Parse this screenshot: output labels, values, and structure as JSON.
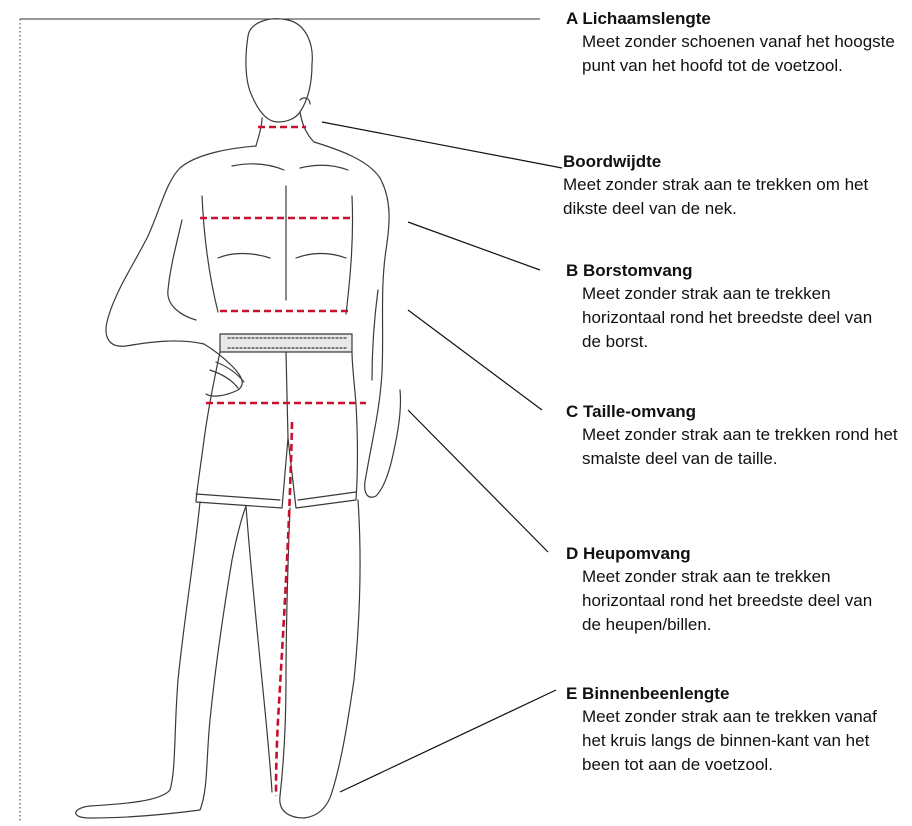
{
  "measurements": [
    {
      "title": "A Lichaamslengte",
      "description": "Meet zonder schoenen vanaf het hoogste punt van het hoofd tot de voetzool."
    },
    {
      "title": "Boordwijdte",
      "description": "Meet zonder strak aan te trekken om het dikste deel van de nek."
    },
    {
      "title": "B Borstomvang",
      "description": "Meet zonder strak aan te trekken horizontaal rond het breedste deel van de borst."
    },
    {
      "title": "C Taille-omvang",
      "description": "Meet zonder strak aan te trekken rond het smalste deel van de taille."
    },
    {
      "title": "D Heupomvang",
      "description": "Meet zonder strak aan te trekken horizontaal rond het breedste deel van de heupen/billen."
    },
    {
      "title": "E Binnenbeenlengte",
      "description": "Meet zonder strak aan te trekken vanaf het kruis langs de binnen-kant van het been tot aan de voetzool."
    }
  ],
  "colors": {
    "measure_line": "#c8102e",
    "outline": "#3a3a3a",
    "leader_line": "#111111"
  }
}
